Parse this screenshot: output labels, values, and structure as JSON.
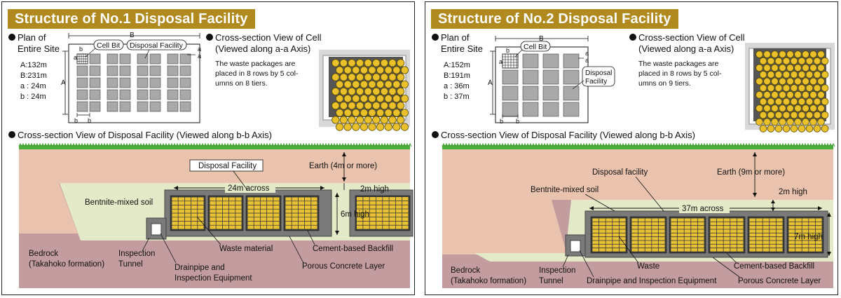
{
  "facilities": [
    {
      "title": "Structure of No.1 Disposal Facility",
      "plan_heading": [
        "Plan of",
        "Entire Site"
      ],
      "plan_labels": {
        "cell_bit": "Cell Bit",
        "disposal_facility": "Disposal Facility",
        "A": "A",
        "B": "B",
        "a": "a",
        "b": "b"
      },
      "dimensions": [
        "A:132m",
        "B:231m",
        "a :  24m",
        "b :  24m"
      ],
      "cell_heading": [
        "Cross-section View of Cell",
        "(Viewed along a-a Axis)"
      ],
      "cell_text": [
        "The waste packages are",
        "placed in 8 rows by 5 col-",
        "umns on 8 tiers."
      ],
      "section_heading": "Cross-section View of Disposal Facility (Viewed along b-b Axis)",
      "section_labels": {
        "disposal_facility": "Disposal Facility",
        "earth": "Earth (4m or more)",
        "across": "24m across",
        "high_top": "2m high",
        "bentonite": "Bentnite-mixed soil",
        "high_side": "6m high",
        "bedrock": [
          "Bedrock",
          "(Takahoko formation)"
        ],
        "tunnel": [
          "Inspection",
          "Tunnel"
        ],
        "drain": [
          "Drainpipe and",
          "Inspection Equipment"
        ],
        "waste": "Waste material",
        "backfill": "Cement-based Backfill",
        "porous": "Porous Concrete Layer"
      }
    },
    {
      "title": "Structure of No.2 Disposal Facility",
      "plan_heading": [
        "Plan of",
        "Entire Site"
      ],
      "plan_labels": {
        "cell_bit": "Cell Bit",
        "disposal_facility": [
          "Disposal",
          "Facility"
        ],
        "A": "A",
        "B": "B",
        "a": "a",
        "b": "b"
      },
      "dimensions": [
        "A:152m",
        "B:191m",
        "a :  36m",
        "b :  37m"
      ],
      "cell_heading": [
        "Cross-section View of Cell",
        "(Viewed along a-a Axis)"
      ],
      "cell_text": [
        "The waste packages are",
        "placed in 8 rows by 5 col-",
        "umns on 9 tiers."
      ],
      "section_heading": "Cross-section View of Disposal Facility (Viewed along b-b Axis)",
      "section_labels": {
        "disposal_facility": "Disposal facility",
        "earth": "Earth (9m or more)",
        "across": "37m across",
        "high_top": "2m high",
        "bentonite": "Bentnite-mixed soil",
        "high_side": "7m high",
        "bedrock": [
          "Bedrock",
          "(Takahoko formation)"
        ],
        "tunnel": [
          "Inspection",
          "Tunnel"
        ],
        "drain": "Drainpipe and Inspection Equipment",
        "waste": "Waste",
        "backfill": "Cement-based Backfill",
        "porous": "Porous Concrete Layer"
      }
    }
  ],
  "colors": {
    "title_bar": "#b08a1e",
    "earth": "#e9c3ad",
    "bentonite": "#e4e9c7",
    "bedrock": "#c39c9f",
    "grass": "#4caf3c",
    "concrete": "#7a7a7a",
    "cell_fill": "#a9a9a9",
    "waste_yellow": "#e8c234",
    "package_yellow": "#eac12a"
  }
}
